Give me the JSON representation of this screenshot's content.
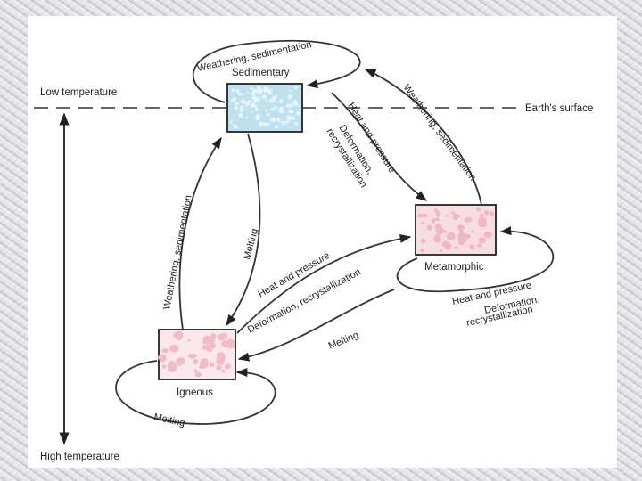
{
  "labels": {
    "low_temperature": "Low temperature",
    "high_temperature": "High temperature",
    "earths_surface": "Earth's surface"
  },
  "rocks": {
    "sedimentary": "Sedimentary",
    "metamorphic": "Metamorphic",
    "igneous": "Igneous"
  },
  "processes": {
    "sed_loop_top": "Weathering, sedimentation",
    "met_to_sed": "Weathering, sedimentation",
    "ign_to_sed": "Weathering, sedimentation",
    "sed_to_met_1": "Heat and pressure",
    "sed_to_met_2": "Deformation,",
    "sed_to_met_3": "recrystallization",
    "sed_to_ign": "Melting",
    "ign_to_met_1": "Heat and pressure",
    "ign_to_met_2": "Deformation, recrystallization",
    "met_loop_1": "Heat and pressure",
    "met_loop_2": "Deformation,",
    "met_loop_3": "recrystallization",
    "met_to_ign": "Melting",
    "ign_loop": "Melting"
  },
  "colors": {
    "sedimentary_fill": "#bfe0ef",
    "sedimentary_speckle": "#e6f4fb",
    "metamorphic_fill": "#f6dde2",
    "metamorphic_speckle": "#efb8c4",
    "igneous_fill": "#fbe8ec",
    "igneous_speckle": "#f0bcc8",
    "ink": "#333333"
  }
}
